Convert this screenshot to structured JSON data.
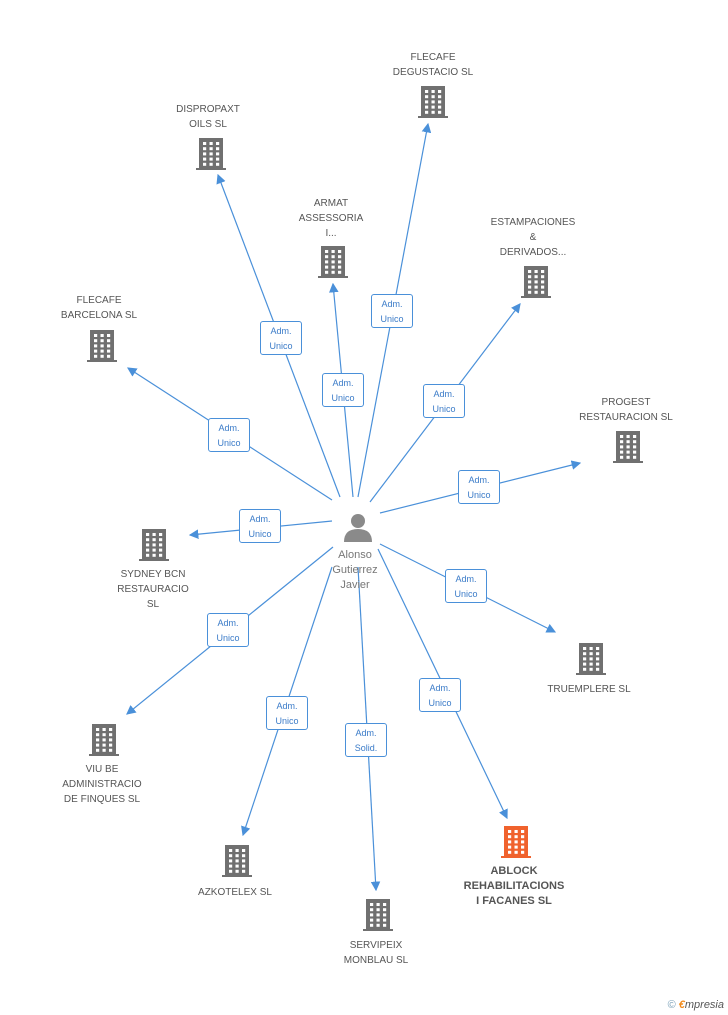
{
  "person": {
    "name": "Alonso\nGutierrez\nJavier",
    "icon": "person-icon"
  },
  "colors": {
    "edge": "#4a90d9",
    "building": "#707070",
    "highlight": "#f0622d"
  },
  "companies": [
    {
      "id": "flecafe-degustacio",
      "name": "FLECAFE\nDEGUSTACIO SL",
      "role": "Adm.\nUnico",
      "highlight": false
    },
    {
      "id": "dispropaxt-oils",
      "name": "DISPROPAXT\nOILS  SL",
      "role": "Adm.\nUnico",
      "highlight": false
    },
    {
      "id": "armat-assessoria",
      "name": "ARMAT\nASSESSORIA\nI...",
      "role": "Adm.\nUnico",
      "highlight": false
    },
    {
      "id": "estampaciones-derivados",
      "name": "ESTAMPACIONES\n&\nDERIVADOS...",
      "role": "Adm.\nUnico",
      "highlight": false
    },
    {
      "id": "flecafe-barcelona",
      "name": "FLECAFE\nBARCELONA SL",
      "role": "Adm.\nUnico",
      "highlight": false
    },
    {
      "id": "progest-restauracion",
      "name": "PROGEST\nRESTAURACION SL",
      "role": "Adm.\nUnico",
      "highlight": false
    },
    {
      "id": "sydney-bcn",
      "name": "SYDNEY BCN\nRESTAURACIO\nSL",
      "role": "Adm.\nUnico",
      "highlight": false
    },
    {
      "id": "truemplere",
      "name": "TRUEMPLERE SL",
      "role": "Adm.\nUnico",
      "highlight": false
    },
    {
      "id": "viu-be",
      "name": "VIU BE\nADMINISTRACIO\nDE FINQUES  SL",
      "role": "Adm.\nUnico",
      "highlight": false
    },
    {
      "id": "ablock",
      "name": "ABLOCK\nREHABILITACIONS\nI FACANES SL",
      "role": "Adm.\nUnico",
      "highlight": true
    },
    {
      "id": "azkotelex",
      "name": "AZKOTELEX SL",
      "role": "Adm.\nUnico",
      "highlight": false
    },
    {
      "id": "servipeix",
      "name": "SERVIPEIX\nMONBLAU SL",
      "role": "Adm.\nSolid.",
      "highlight": false
    }
  ],
  "footer": {
    "copyright": "©",
    "brand_initial": "€",
    "brand_rest": "mpresia"
  }
}
